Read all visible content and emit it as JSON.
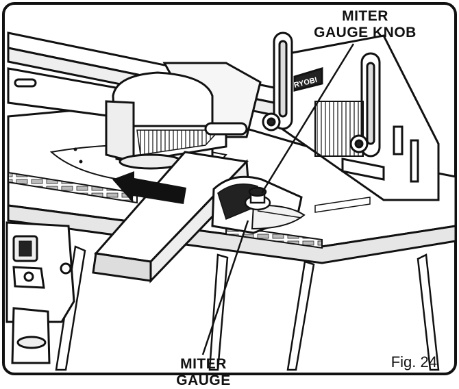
{
  "figure": {
    "fig_label": "Fig. 24"
  },
  "callouts": {
    "knob_line1": "MITER",
    "knob_line2": "GAUGE KNOB",
    "gauge": "MITER GAUGE"
  },
  "logos": {
    "fence_brand": "RYOBI"
  }
}
